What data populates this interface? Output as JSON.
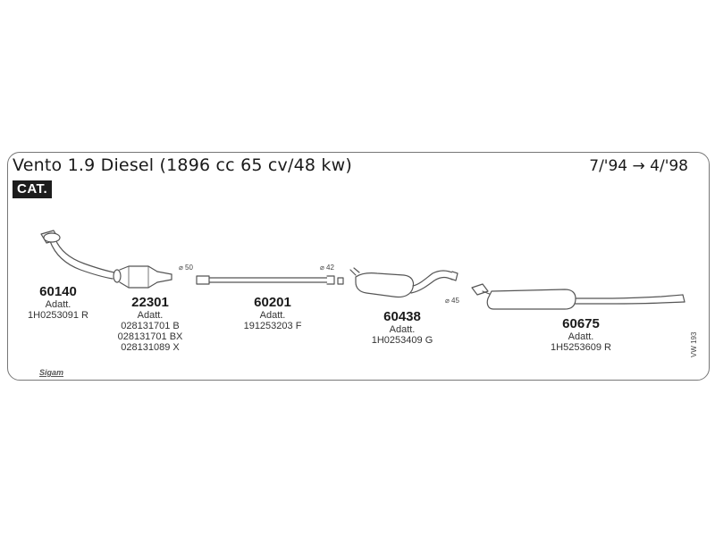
{
  "header": {
    "title": "Vento 1.9 Diesel (1896 cc 65 cv/48 kw)",
    "date_range": "7/'94 → 4/'98",
    "badge": "CAT."
  },
  "parts": [
    {
      "number": "60140",
      "adapt_label": "Adatt.",
      "refs": [
        "1H0253091 R"
      ]
    },
    {
      "number": "22301",
      "adapt_label": "Adatt.",
      "refs": [
        "028131701 B",
        "028131701 BX",
        "028131089 X"
      ]
    },
    {
      "number": "60201",
      "adapt_label": "Adatt.",
      "refs": [
        "191253203 F"
      ]
    },
    {
      "number": "60438",
      "adapt_label": "Adatt.",
      "refs": [
        "1H0253409 G"
      ]
    },
    {
      "number": "60675",
      "adapt_label": "Adatt.",
      "refs": [
        "1H5253609 R"
      ]
    }
  ],
  "diameters": [
    "⌀ 50",
    "⌀ 42",
    "⌀ 45"
  ],
  "side_code": "VW 193",
  "logo_text": "Sigam"
}
